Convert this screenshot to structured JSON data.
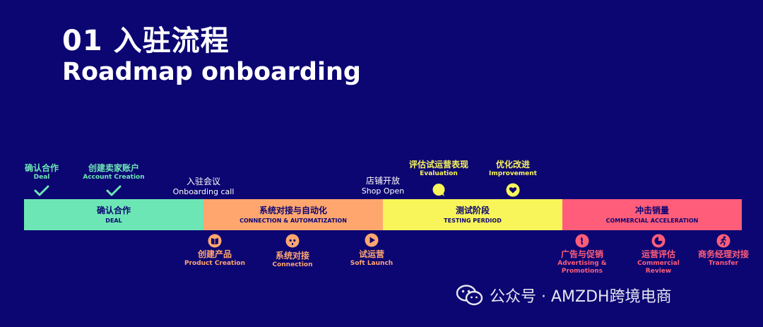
{
  "title": {
    "line1": "01 入驻流程",
    "line2": "Roadmap onboarding"
  },
  "above": {
    "deal": {
      "cn": "确认合作",
      "en": "Deal"
    },
    "account": {
      "cn": "创建卖家账户",
      "en": "Account Creation"
    },
    "onboarding_call": {
      "cn": "入驻会议",
      "en": "Onboarding call"
    },
    "shop_open": {
      "cn": "店铺开放",
      "en": "Shop Open"
    },
    "evaluation": {
      "cn": "评估试运营表现",
      "en": "Evaluation"
    },
    "improvement": {
      "cn": "优化改进",
      "en": "Improvement"
    }
  },
  "stages": [
    {
      "cn": "确认合作",
      "en": "DEAL",
      "color": "#6de6b6"
    },
    {
      "cn": "系统对接与自动化",
      "en": "CONNECTION & AUTOMATIZATION",
      "color": "#ffa66f"
    },
    {
      "cn": "测试阶段",
      "en": "TESTING PERDIOD",
      "color": "#f8f55a"
    },
    {
      "cn": "冲击销量",
      "en": "COMMERCIAL ACCELERATION",
      "color": "#ff5d79"
    }
  ],
  "below": {
    "product_creation": {
      "cn": "创建产品",
      "en": "Product Creation"
    },
    "connection": {
      "cn": "系统对接",
      "en": "Connection"
    },
    "soft_launch": {
      "cn": "试运营",
      "en": "Soft Launch"
    },
    "advertising": {
      "cn": "广告与促销",
      "en1": "Advertising &",
      "en2": "Promotions"
    },
    "review": {
      "cn": "运营评估",
      "en1": "Commercial",
      "en2": "Review"
    },
    "transfer": {
      "cn": "商务经理对接",
      "en": "Transfer"
    }
  },
  "icons": {
    "check": "check-icon",
    "book": "book-icon",
    "plug": "plug-icon",
    "play": "play-icon",
    "chat": "chat-bubble-icon",
    "heart": "heart-icon",
    "ad": "ad-icon",
    "pie": "pie-chart-icon",
    "runner": "runner-icon"
  },
  "watermark": "公众号 · AMZDH跨境电商"
}
